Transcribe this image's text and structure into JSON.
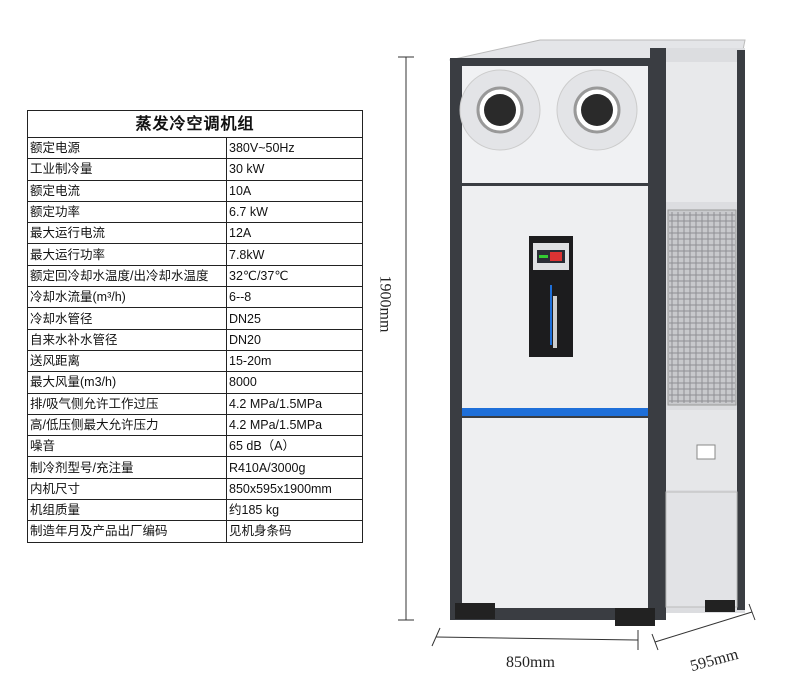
{
  "table": {
    "title": "蒸发冷空调机组",
    "rows": [
      {
        "label": "额定电源",
        "value": "380V~50Hz"
      },
      {
        "label": "工业制冷量",
        "value": "30 kW"
      },
      {
        "label": "额定电流",
        "value": "10A"
      },
      {
        "label": "额定功率",
        "value": "6.7 kW"
      },
      {
        "label": "最大运行电流",
        "value": "12A"
      },
      {
        "label": "最大运行功率",
        "value": "7.8kW"
      },
      {
        "label": "额定回冷却水温度/出冷却水温度",
        "value": "32℃/37℃"
      },
      {
        "label": "冷却水流量(m³/h)",
        "value": "6--8"
      },
      {
        "label": "冷却水管径",
        "value": "DN25"
      },
      {
        "label": "自来水补水管径",
        "value": "DN20"
      },
      {
        "label": "送风距离",
        "value": "15-20m"
      },
      {
        "label": "最大风量(m3/h)",
        "value": "8000"
      },
      {
        "label": "排/吸气侧允许工作过压",
        "value": "4.2 MPa/1.5MPa"
      },
      {
        "label": "高/低压侧最大允许压力",
        "value": "4.2 MPa/1.5MPa"
      },
      {
        "label": "噪音",
        "value": "65 dB（A）"
      },
      {
        "label": "制冷剂型号/充注量",
        "value": "R410A/3000g"
      },
      {
        "label": "内机尺寸",
        "value": "850x595x1900mm"
      },
      {
        "label": "机组质量",
        "value": "约185 kg"
      },
      {
        "label": "制造年月及产品出厂编码",
        "value": "见机身条码"
      }
    ]
  },
  "dimensions": {
    "height": "1900mm",
    "width": "850mm",
    "depth": "595mm"
  },
  "colors": {
    "stripe": "#1e6fd9",
    "frame": "#3a3d42",
    "panel": "#eeeff1"
  }
}
